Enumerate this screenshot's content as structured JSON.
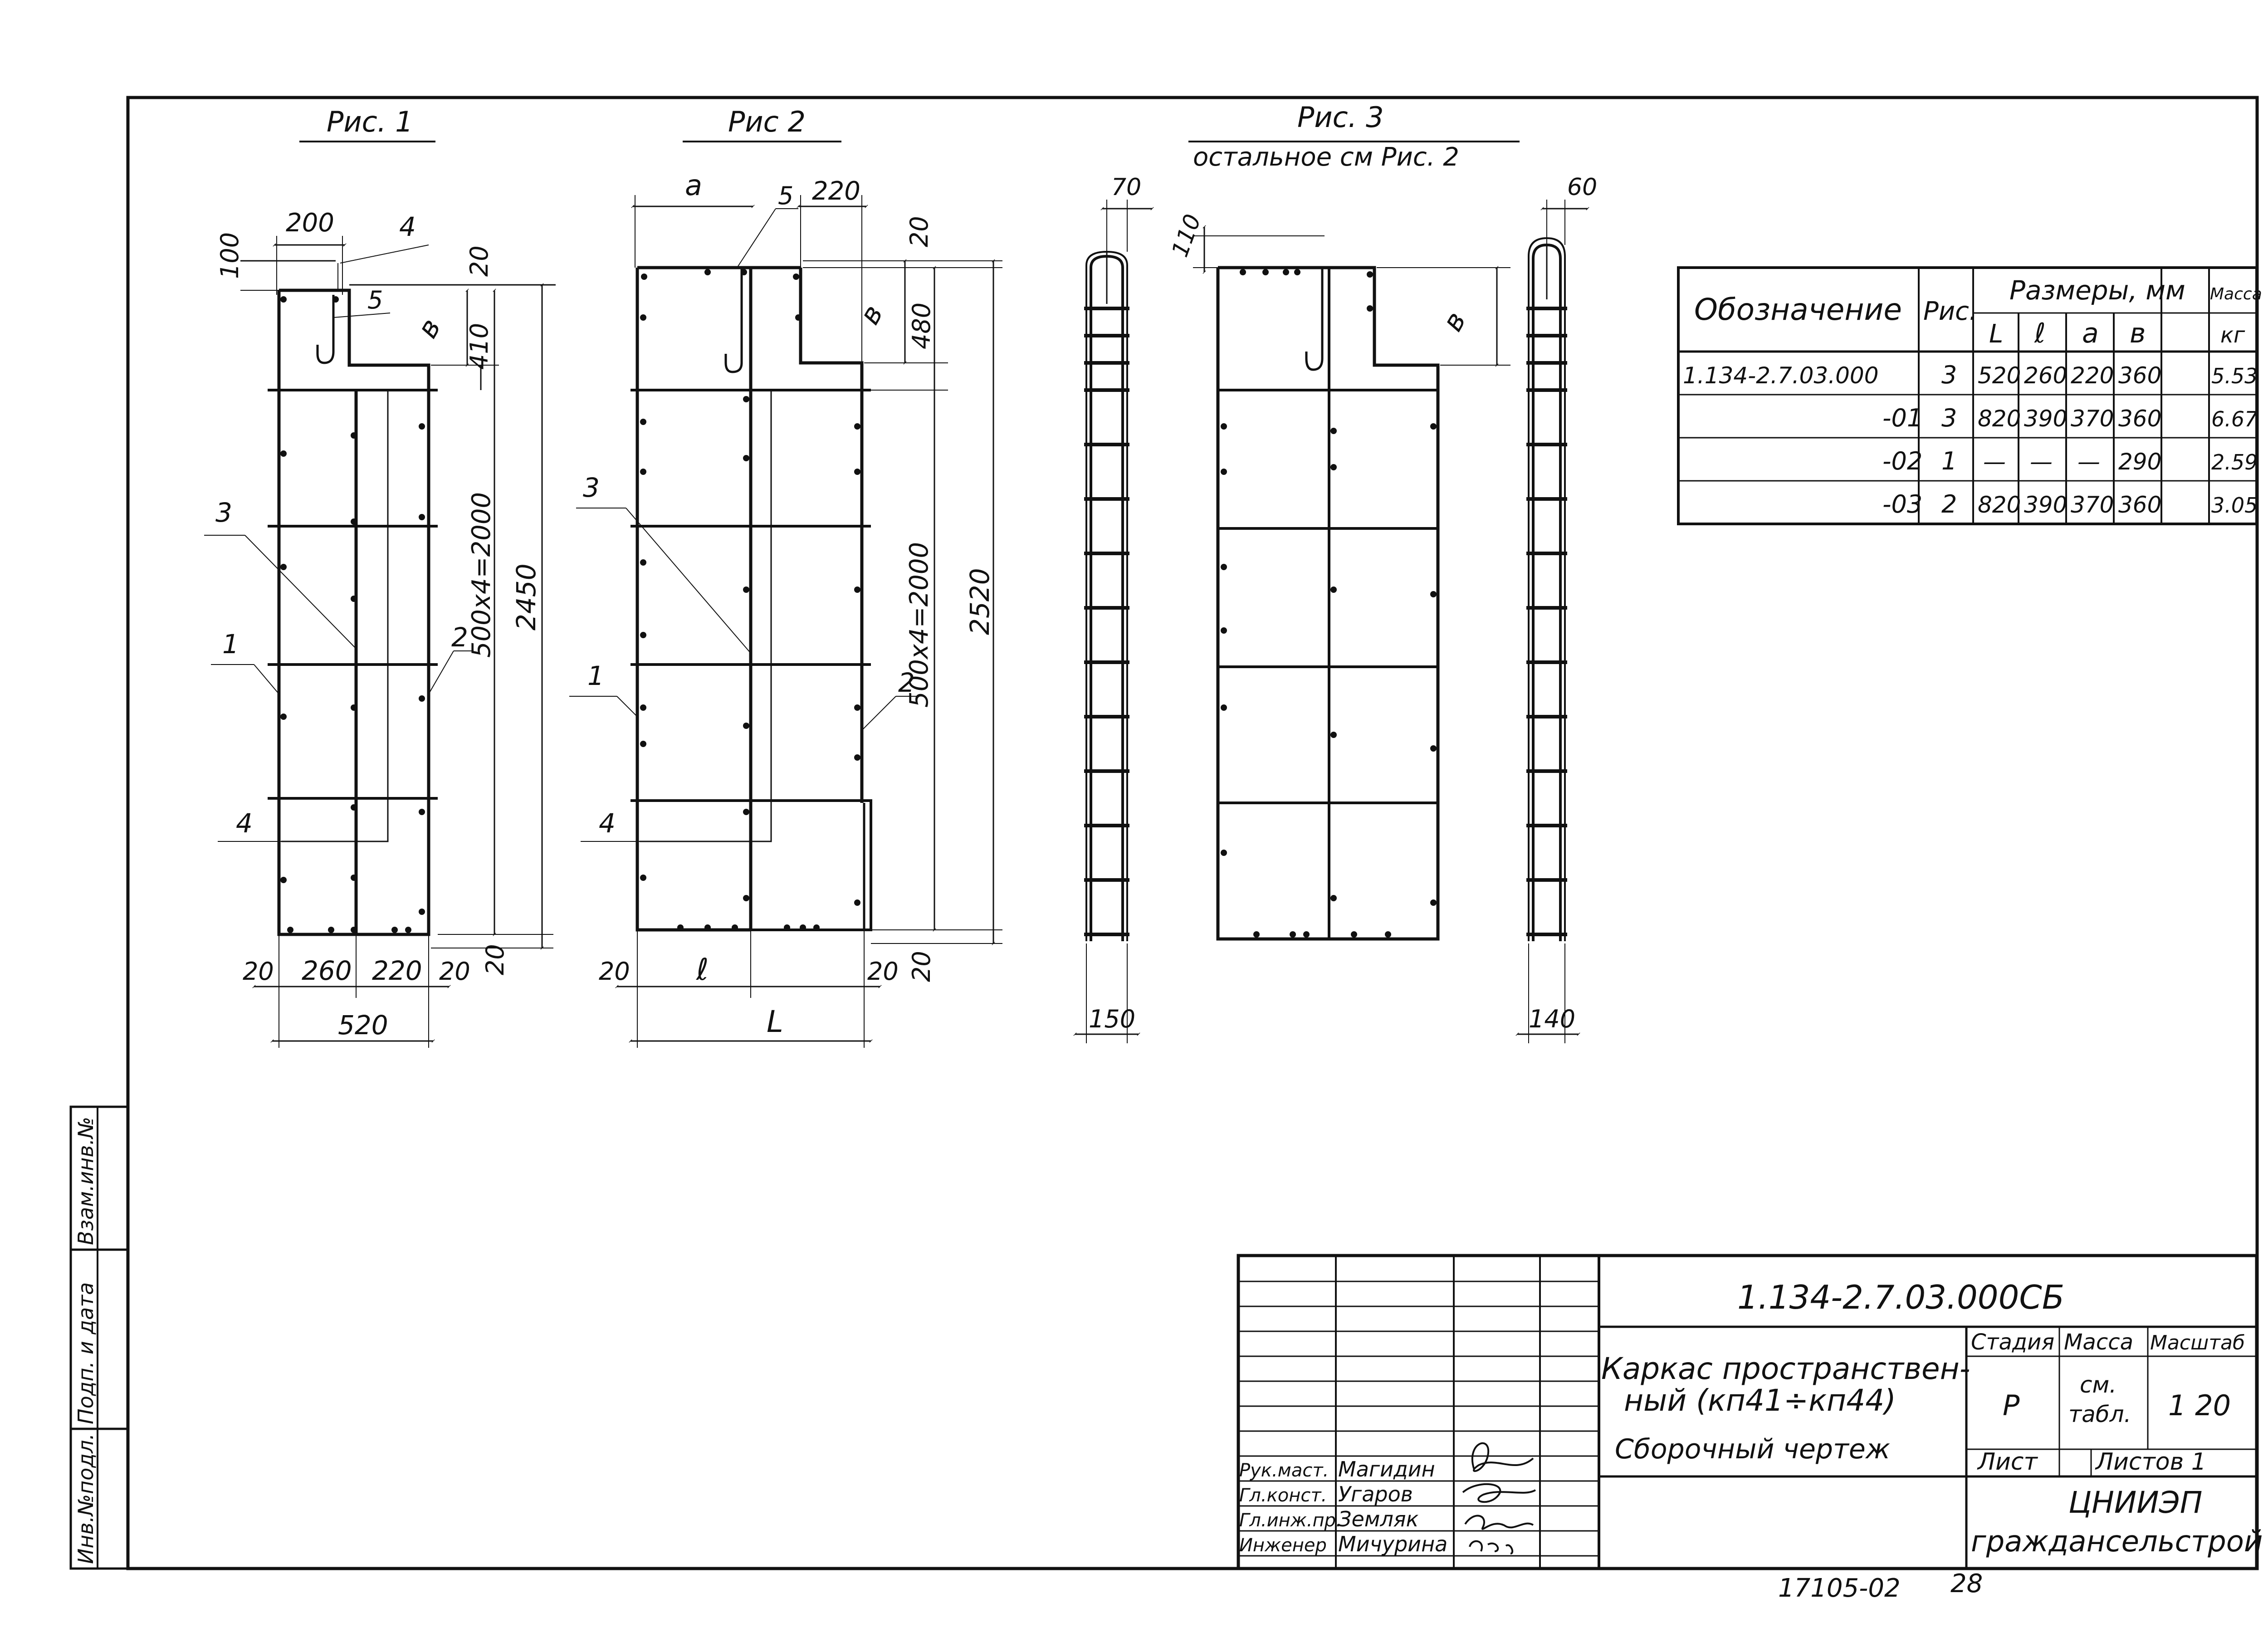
{
  "figures": {
    "fig1": {
      "title": "Рис. 1",
      "dims": {
        "top_w": "200",
        "top_left": "100",
        "top_right": "20",
        "v_b": "в",
        "v_410": "410",
        "v_pitch": "500х4=2000",
        "v_total": "2450",
        "b_20a": "20",
        "b_260": "260",
        "b_220": "220",
        "b_20b": "20",
        "b_20c": "20",
        "b_total": "520"
      },
      "callouts": {
        "c1": "1",
        "c2": "2",
        "c3": "3",
        "c4a": "4",
        "c4b": "4",
        "c5": "5"
      }
    },
    "fig2": {
      "title": "Рис 2",
      "dims": {
        "top_a": "a",
        "top_220": "220",
        "top_20": "20",
        "v_b": "в",
        "v_480": "480",
        "v_pitch": "500х4=2000",
        "v_total": "2520",
        "b_20a": "20",
        "b_l": "ℓ",
        "b_20b": "20",
        "b_20c": "20",
        "b_L": "L"
      },
      "callouts": {
        "c1": "1",
        "c2": "2",
        "c3": "3",
        "c4": "4",
        "c5": "5"
      }
    },
    "fig3": {
      "title": "Рис. 3",
      "subtitle": "остальное см Рис. 2",
      "dims": {
        "w70": "70",
        "w110": "110",
        "w150": "150",
        "w60": "60",
        "w140": "140",
        "v_b": "в"
      }
    }
  },
  "spec_table": {
    "headers": {
      "designation": "Обозначение",
      "fig": "Рис.",
      "sizes": "Размеры, мм",
      "mass": "Масса",
      "L": "L",
      "l": "ℓ",
      "a": "а",
      "b": "в",
      "kg": "кг"
    },
    "rows": [
      {
        "des": "1.134-2.7.03.000",
        "fig": "3",
        "L": "520",
        "l": "260",
        "a": "220",
        "b": "360",
        "m": "5.53"
      },
      {
        "des": "-01",
        "fig": "3",
        "L": "820",
        "l": "390",
        "a": "370",
        "b": "360",
        "m": "6.67"
      },
      {
        "des": "-02",
        "fig": "1",
        "L": "—",
        "l": "—",
        "a": "—",
        "b": "290",
        "m": "2.59"
      },
      {
        "des": "-03",
        "fig": "2",
        "L": "820",
        "l": "390",
        "a": "370",
        "b": "360",
        "m": "3.05"
      }
    ]
  },
  "side_stamp": {
    "s1": "Взам.инв.№",
    "s2": "Подп. и дата",
    "s3": "Инв.№подл."
  },
  "title_block": {
    "code": "1.134-2.7.03.000СБ",
    "name1": "Каркас пространствен-",
    "name2": "ный (кп41÷кп44)",
    "name3": "Сборочный чертеж",
    "stage_h": "Стадия",
    "mass_h": "Масса",
    "scale_h": "Масштаб",
    "stage": "Р",
    "mass1": "см.",
    "mass2": "табл.",
    "scale": "1 20",
    "sheet_h": "Лист",
    "sheets_h": "Листов 1",
    "org1": "ЦНИИЭП",
    "org2": "граждансельстрой",
    "people": [
      {
        "role": "Рук.маст.",
        "name": "Магидин"
      },
      {
        "role": "Гл.конст.",
        "name": "Угаров"
      },
      {
        "role": "Гл.инж.пр.",
        "name": "Земляк"
      },
      {
        "role": "Инженер",
        "name": "Мичурина"
      }
    ]
  },
  "footer": {
    "code": "17105-02",
    "page": "28"
  }
}
